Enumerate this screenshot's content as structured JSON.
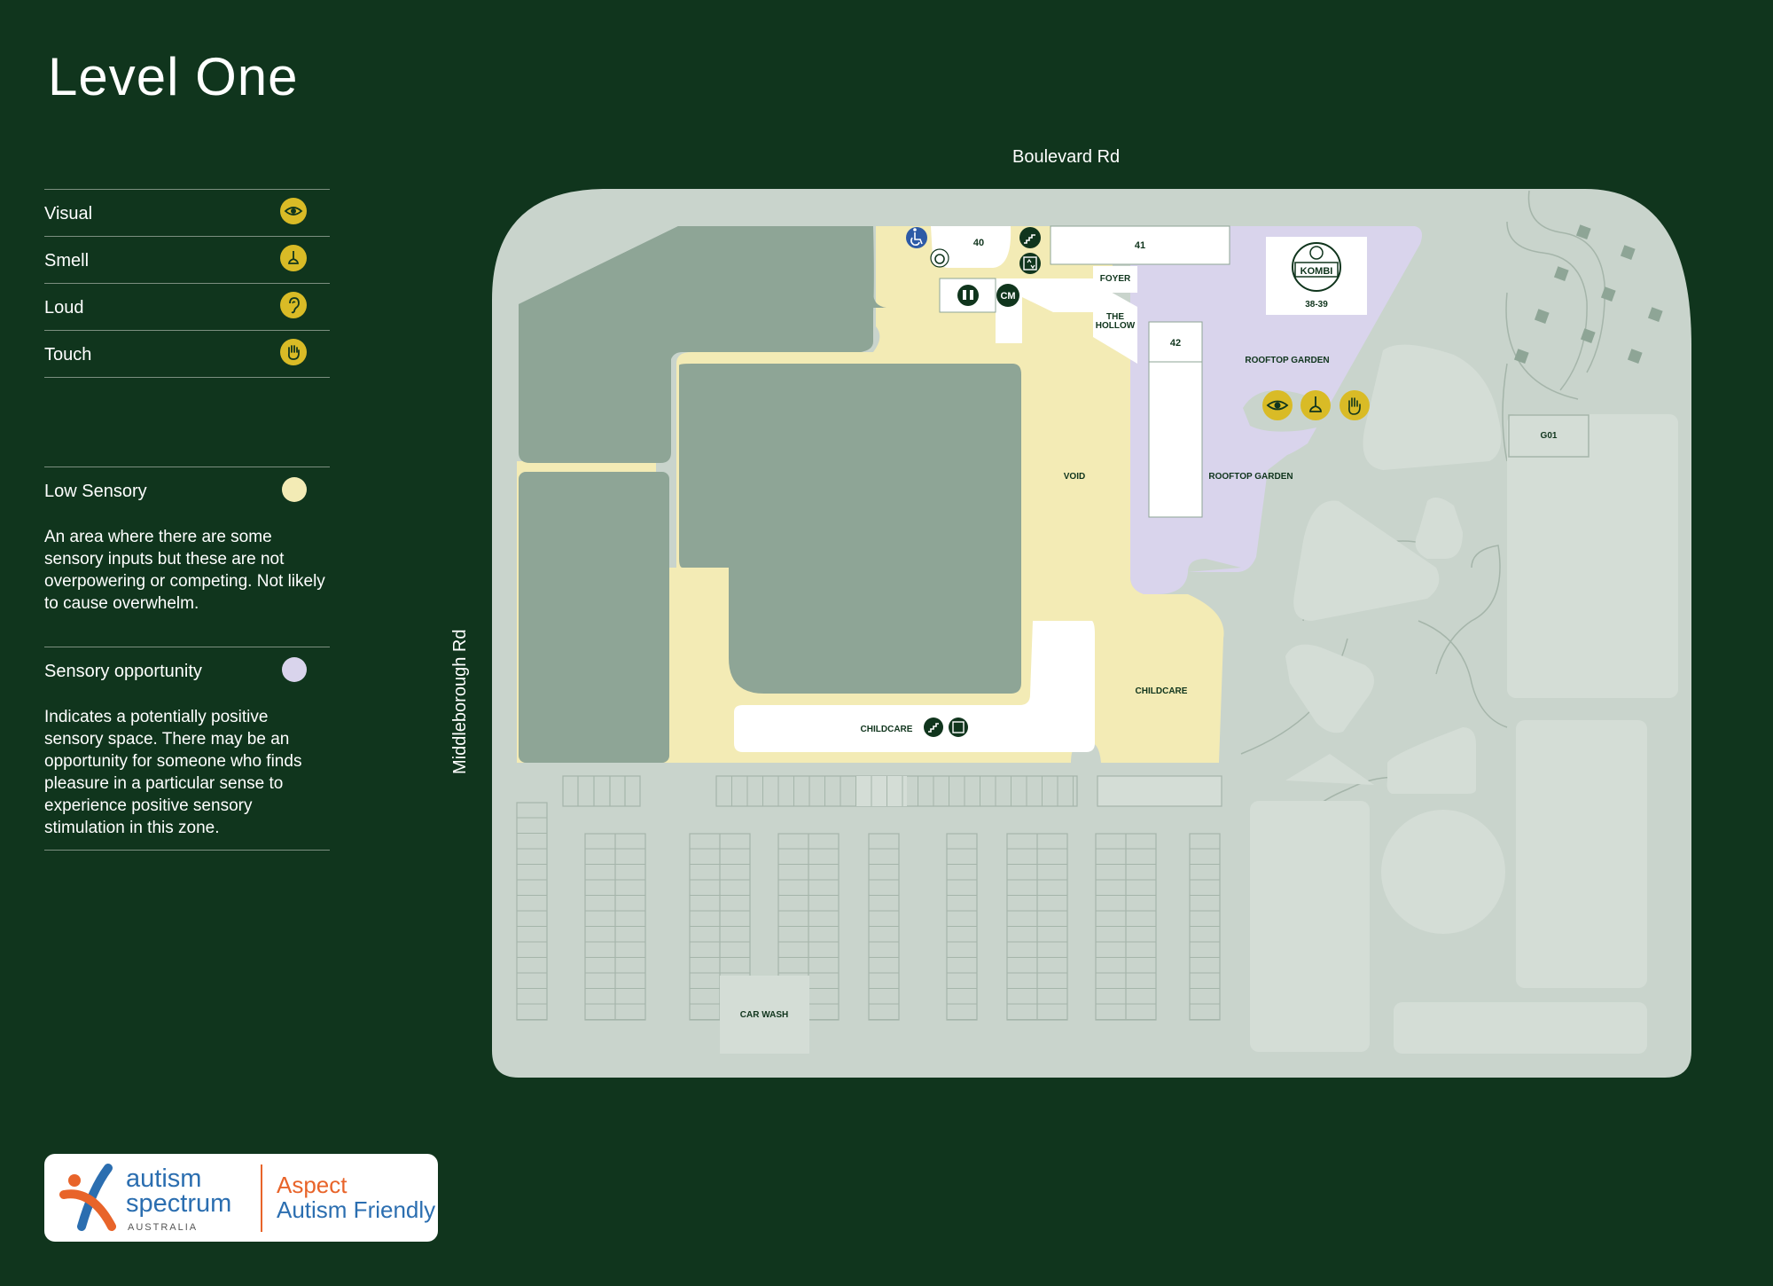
{
  "page": {
    "title": "Level One"
  },
  "legend": [
    {
      "label": "Visual",
      "icon": "eye-icon"
    },
    {
      "label": "Smell",
      "icon": "nose-icon"
    },
    {
      "label": "Loud",
      "icon": "ear-icon"
    },
    {
      "label": "Touch",
      "icon": "hand-icon"
    }
  ],
  "zones": {
    "low": {
      "label": "Low Sensory",
      "color": "#f3ebb5",
      "description": "An area where there are some sensory inputs but these are not overpowering or competing. Not likely to cause overwhelm."
    },
    "opportunity": {
      "label": "Sensory opportunity",
      "color": "#d9d4ec",
      "description": "Indicates a potentially positive sensory space. There may be an opportunity for someone who finds pleasure in a particular sense to experience positive sensory stimulation in this zone."
    }
  },
  "streets": {
    "north": "Boulevard Rd",
    "west": "Middleborough Rd"
  },
  "map_labels": {
    "unit_40": "40",
    "unit_41": "41",
    "foyer": "FOYER",
    "the": "THE",
    "hollow": "HOLLOW",
    "cm": "CM",
    "unit_42": "42",
    "kombi": "KOMBI",
    "unit_38_39": "38-39",
    "rooftop_garden_1": "ROOFTOP GARDEN",
    "rooftop_garden_2": "ROOFTOP GARDEN",
    "void": "VOID",
    "childcare_1": "CHILDCARE",
    "childcare_2": "CHILDCARE",
    "g01": "G01",
    "car_wash": "CAR WASH"
  },
  "map_icons": [
    "accessible-toilet-icon",
    "baby-change-icon",
    "toilets-icon",
    "stairs-icon",
    "lift-icon",
    "eye-icon",
    "nose-icon",
    "hand-icon"
  ],
  "colors": {
    "background": "#10351d",
    "site": "#c9d4cc",
    "building": "#8ea596",
    "low_sensory": "#f3ebb5",
    "sensory_opportunity": "#d9d4ec",
    "sense_icon": "#d9bb26",
    "accessible_icon": "#2d5aa6"
  },
  "logo": {
    "line1": "autism",
    "line2": "spectrum",
    "line3": "AUSTRALIA",
    "aspect": "Aspect",
    "friendly": "Autism Friendly"
  }
}
